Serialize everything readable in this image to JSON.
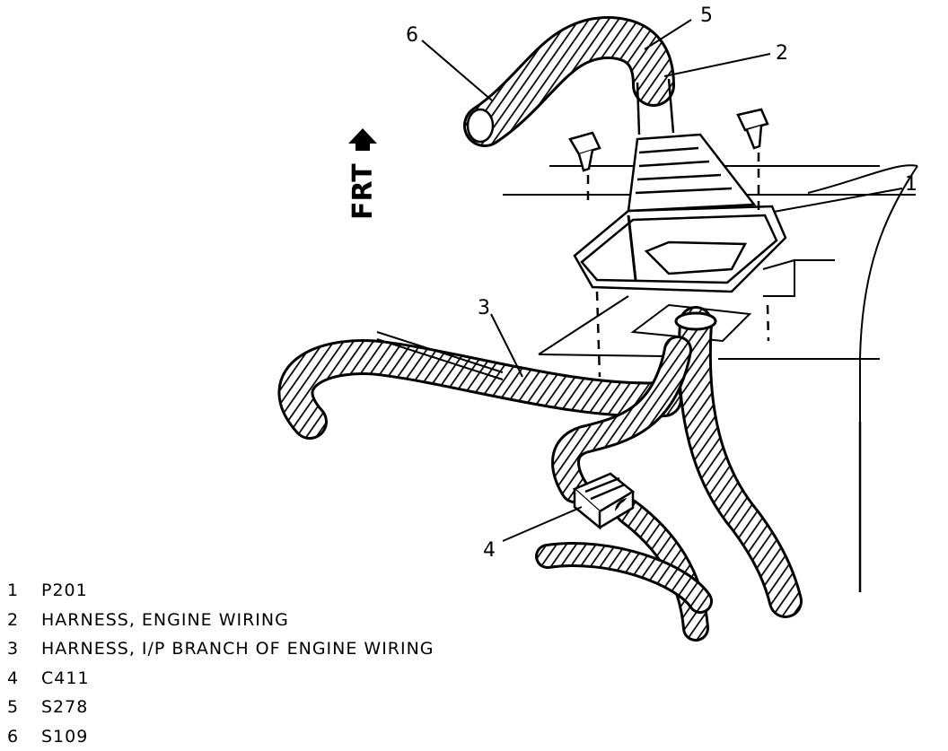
{
  "diagram": {
    "direction_label": "FRT",
    "callouts": [
      "1",
      "2",
      "3",
      "4",
      "5",
      "6"
    ]
  },
  "legend": [
    {
      "number": "1",
      "text": "P201"
    },
    {
      "number": "2",
      "text": "HARNESS, ENGINE WIRING"
    },
    {
      "number": "3",
      "text": "HARNESS, I/P BRANCH OF ENGINE WIRING"
    },
    {
      "number": "4",
      "text": "C411"
    },
    {
      "number": "5",
      "text": "S278"
    },
    {
      "number": "6",
      "text": "S109"
    }
  ],
  "colors": {
    "ink": "#000000",
    "paper": "#ffffff"
  }
}
